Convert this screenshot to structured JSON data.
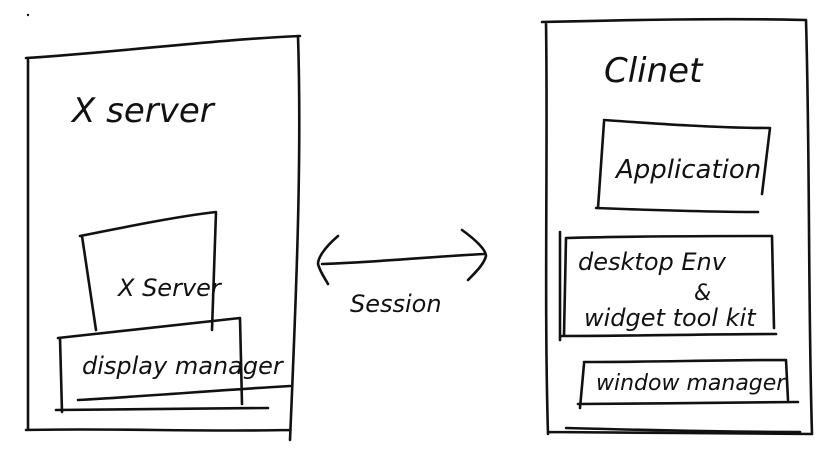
{
  "server_side": {
    "title": "X server",
    "inner_box_label": "X Server",
    "display_manager_label": "display manager"
  },
  "connection": {
    "label": "Session"
  },
  "client_side": {
    "title": "Clinet",
    "application_label": "Application",
    "desktop_env_label": "desktop Env",
    "ampersand": "&",
    "widget_toolkit_label": "widget tool kit",
    "window_manager_label": "window manager"
  }
}
